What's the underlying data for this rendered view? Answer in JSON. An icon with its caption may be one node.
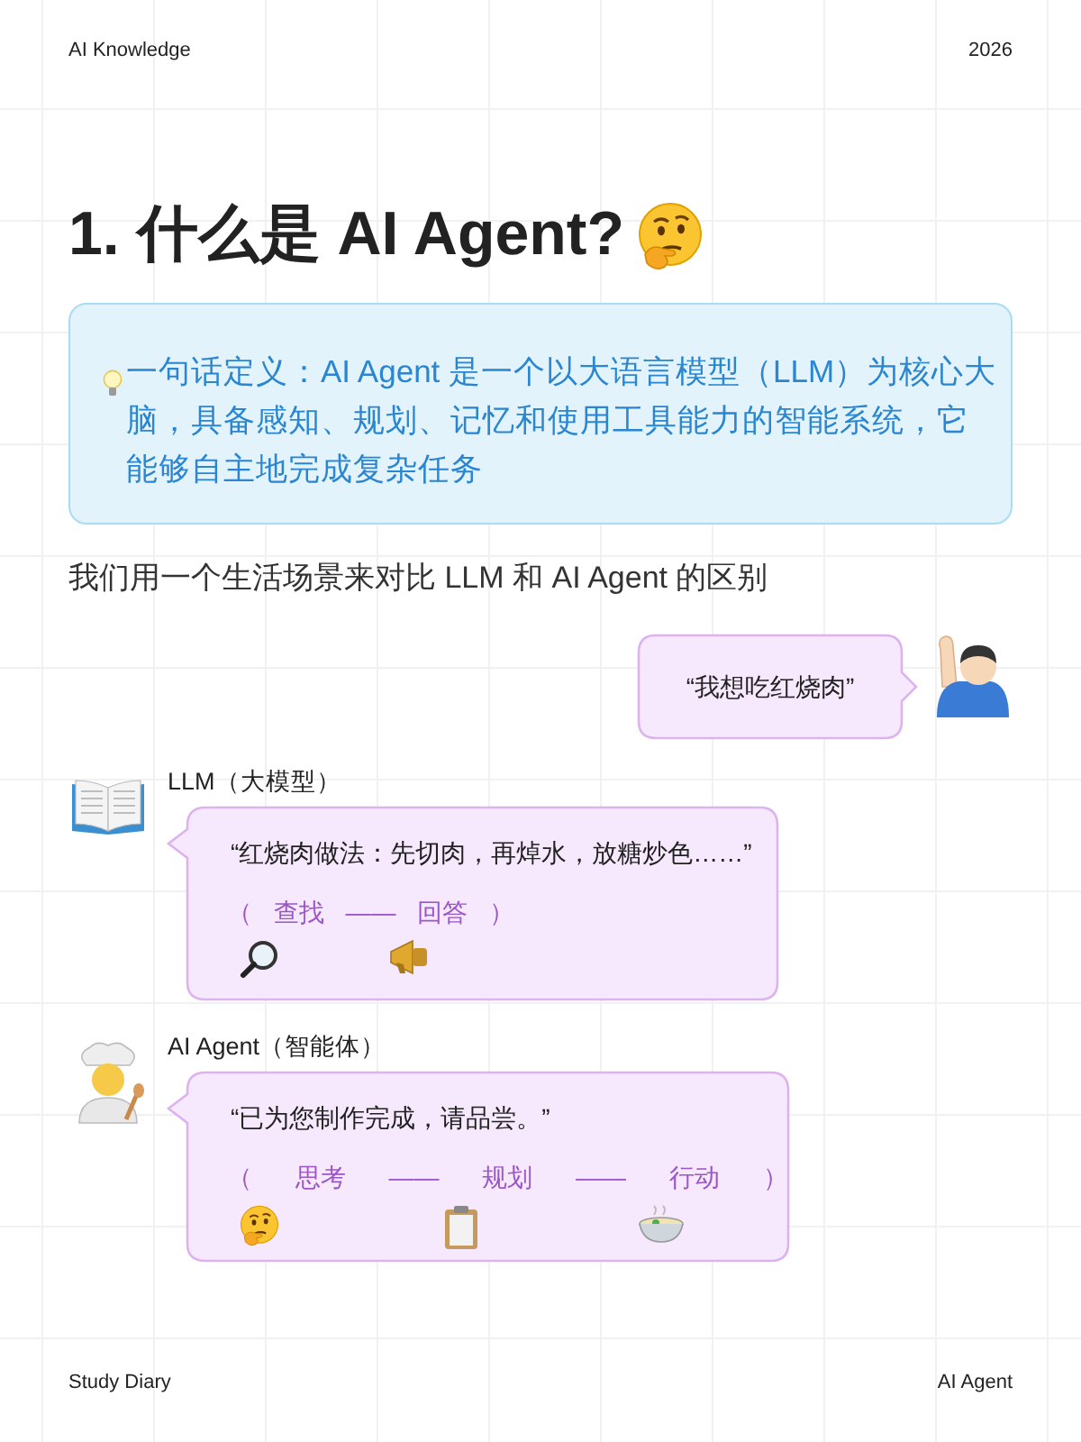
{
  "diagram": {
    "title": "1. 什么是 AI Agent?",
    "nodes": [
      {
        "text": [
          "一句话定义：AI Agent 是一个以大语言模型（LLM）为核心大脑，具备感知、规划、记忆和使用工具能力的智能系统，它能够自主地完成复杂任务"
        ]
      },
      {
        "text": [
          "“我想吃红烧肉”"
        ]
      },
      {
        "text": [
          "LLM（大模型）",
          "“红烧肉做法：先切肉，再焯水，放糖炒色……”",
          "（ 查找 —— 回答 ）"
        ]
      },
      {
        "text": [
          "AI Agent（智能体）",
          "“已为您制作完成，请品尝。”",
          "（ 思考 —— 规划 —— 行动 ）"
        ]
      }
    ],
    "edges": [],
    "labels": [
      "AI Knowledge",
      "2026",
      "我们用一个生活场景来对比 LLM 和 AI Agent 的区别",
      "Study Diary",
      "AI Agent"
    ]
  }
}
